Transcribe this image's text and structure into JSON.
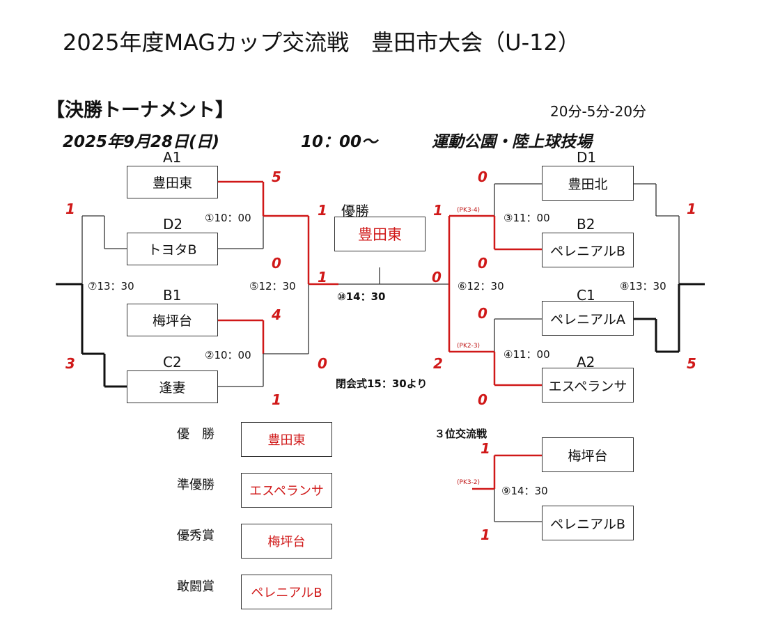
{
  "title": "2025年度MAGカップ交流戦　豊田市大会（U-12）",
  "section_heading": "【決勝トーナメント】",
  "match_format": "20分-5分-20分",
  "date": "2025年9月28日(日)",
  "start_time": "10：00～",
  "venue": "運動公園・陸上球技場",
  "seeds": {
    "a1": "A1",
    "d2": "D2",
    "b1": "B1",
    "c2": "C2",
    "d1": "D1",
    "b2": "B2",
    "c1": "C1",
    "a2": "A2"
  },
  "teams": {
    "a1": "豊田東",
    "d2": "トヨタB",
    "b1": "梅坪台",
    "c2": "逢妻",
    "d1": "豊田北",
    "b2": "ペレニアルB",
    "c1": "ペレニアルA",
    "a2": "エスペランサ"
  },
  "match_times": {
    "m1": "①10：00",
    "m2": "②10：00",
    "m3": "③11：00",
    "m4": "④11：00",
    "m5": "⑤12：30",
    "m6": "⑥12：30",
    "m7": "⑦13：30",
    "m8": "⑧13：30",
    "m9": "⑨14：30",
    "m10": "⑩14：30"
  },
  "scores": {
    "m1_top": "5",
    "m1_bottom": "0",
    "m2_top": "4",
    "m2_bottom": "1",
    "m3_top": "0",
    "m3_bottom": "0",
    "m4_top": "0",
    "m4_bottom": "0",
    "m5_top": "1",
    "m5_bottom": "0",
    "m6_top": "1",
    "m6_bottom": "2",
    "m7_top": "1",
    "m7_bottom": "3",
    "m8_top": "1",
    "m8_bottom": "5",
    "final_left": "1",
    "final_right": "0",
    "third_top": "1",
    "third_bottom": "1"
  },
  "pk": {
    "m3": "(PK3-4)",
    "m4": "(PK2-3)",
    "third": "(PK3-2)"
  },
  "champion_label": "優勝",
  "champion": "豊田東",
  "closing_ceremony": "閉会式15：30より",
  "third_place": {
    "heading": "３位交流戦",
    "top": "梅坪台",
    "bottom": "ペレニアルB"
  },
  "awards": [
    {
      "label": "優　勝",
      "team": "豊田東"
    },
    {
      "label": "準優勝",
      "team": "エスペランサ"
    },
    {
      "label": "優秀賞",
      "team": "梅坪台"
    },
    {
      "label": "敢闘賞",
      "team": "ペレニアルB"
    }
  ],
  "colors": {
    "winner_line": "#d01818",
    "line": "#333333",
    "thick_line": "#111111"
  }
}
